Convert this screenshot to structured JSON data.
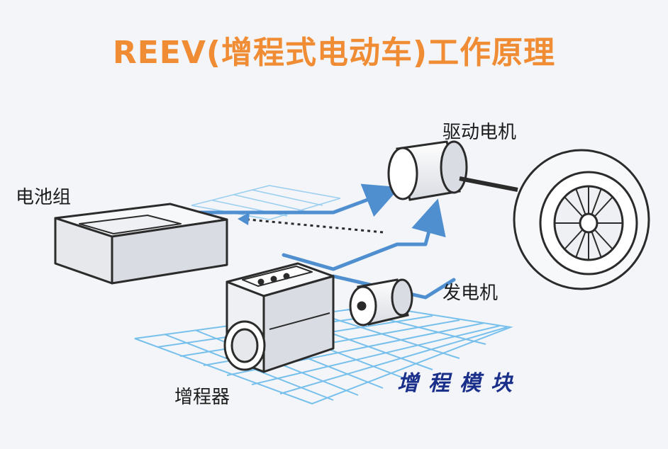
{
  "title": "REEV(增程式电动车)工作原理",
  "labels": {
    "battery": "电池组",
    "drive_motor": "驱动电机",
    "generator": "发电机",
    "range_extender": "增程器",
    "module": "增程模块"
  },
  "colors": {
    "title": "#f08c34",
    "flow_arrow": "#4f8fd0",
    "grid": "#63b7ea",
    "module_text": "#1a2f8a",
    "outline": "#2b2b2b"
  }
}
